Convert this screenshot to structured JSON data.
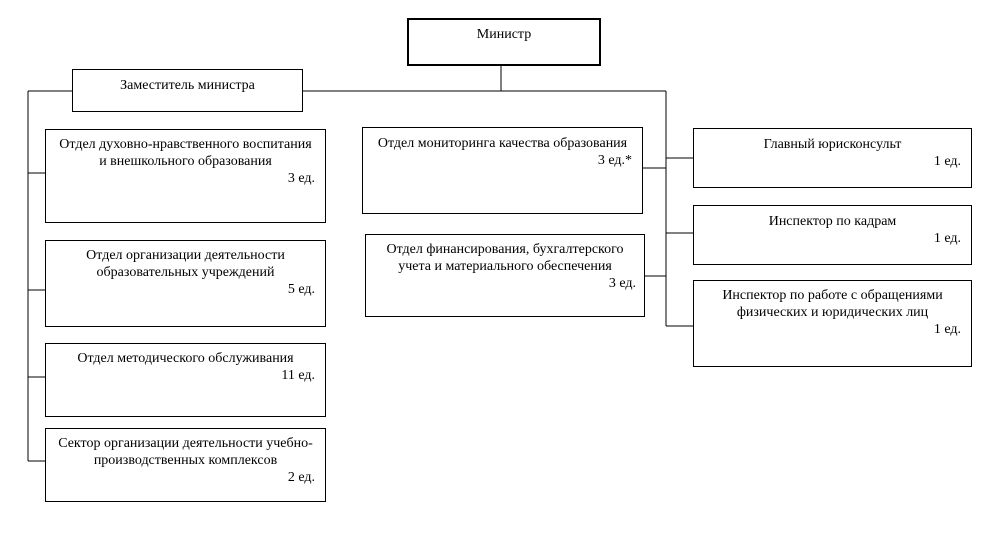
{
  "org_chart": {
    "minister": {
      "title": "Министр"
    },
    "deputy": {
      "title": "Заместитель министра"
    },
    "left_units": [
      {
        "title": "Отдел духовно-нравственного воспитания и внешкольного образования",
        "staff": "3 ед."
      },
      {
        "title": "Отдел организации деятельности образовательных учреждений",
        "staff": "5 ед."
      },
      {
        "title": "Отдел методического обслуживания",
        "staff": "11 ед."
      },
      {
        "title": "Сектор организации деятельности учебно-производственных комплексов",
        "staff": "2 ед."
      }
    ],
    "center_units": [
      {
        "title": "Отдел мониторинга качества образования",
        "staff": "3 ед.*"
      },
      {
        "title": "Отдел финансирования, бухгалтерского учета и материального обеспечения",
        "staff": "3 ед."
      }
    ],
    "right_units": [
      {
        "title": "Главный юрисконсульт",
        "staff": "1 ед."
      },
      {
        "title": "Инспектор по кадрам",
        "staff": "1 ед."
      },
      {
        "title": "Инспектор по работе с обращениями физических и юридических лиц",
        "staff": "1 ед."
      }
    ]
  }
}
